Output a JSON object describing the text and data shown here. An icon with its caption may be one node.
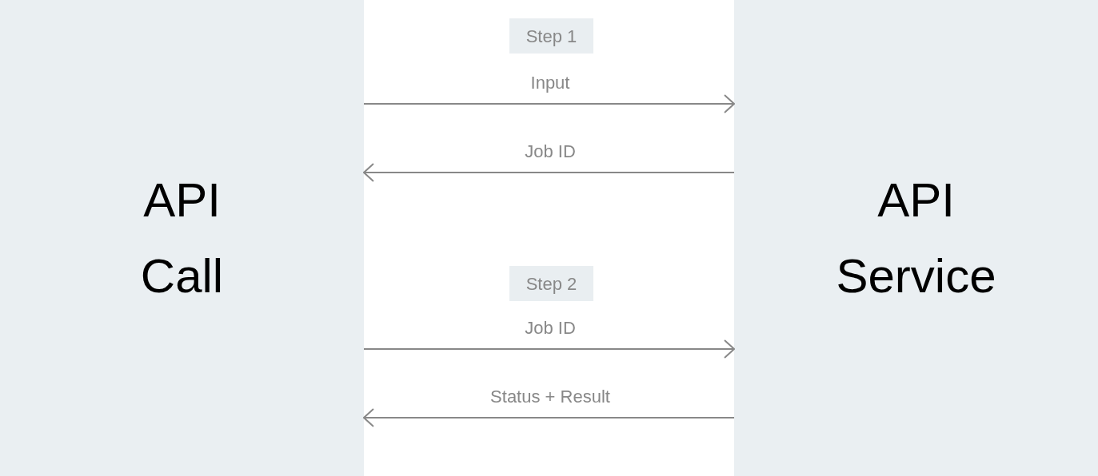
{
  "diagram": {
    "nodes": [
      {
        "text": [
          "API Call"
        ]
      },
      {
        "text": [
          "API Service"
        ]
      },
      {
        "text": [
          "Step 1"
        ]
      },
      {
        "text": [
          "Step 2"
        ]
      }
    ],
    "edges": [
      {
        "from": 0,
        "to": 1,
        "arrow": "to",
        "label": "Input"
      },
      {
        "from": 1,
        "to": 0,
        "arrow": "to",
        "label": "Job ID"
      },
      {
        "from": 0,
        "to": 1,
        "arrow": "to",
        "label": "Job ID"
      },
      {
        "from": 1,
        "to": 0,
        "arrow": "to",
        "label": "Status + Result"
      }
    ]
  }
}
